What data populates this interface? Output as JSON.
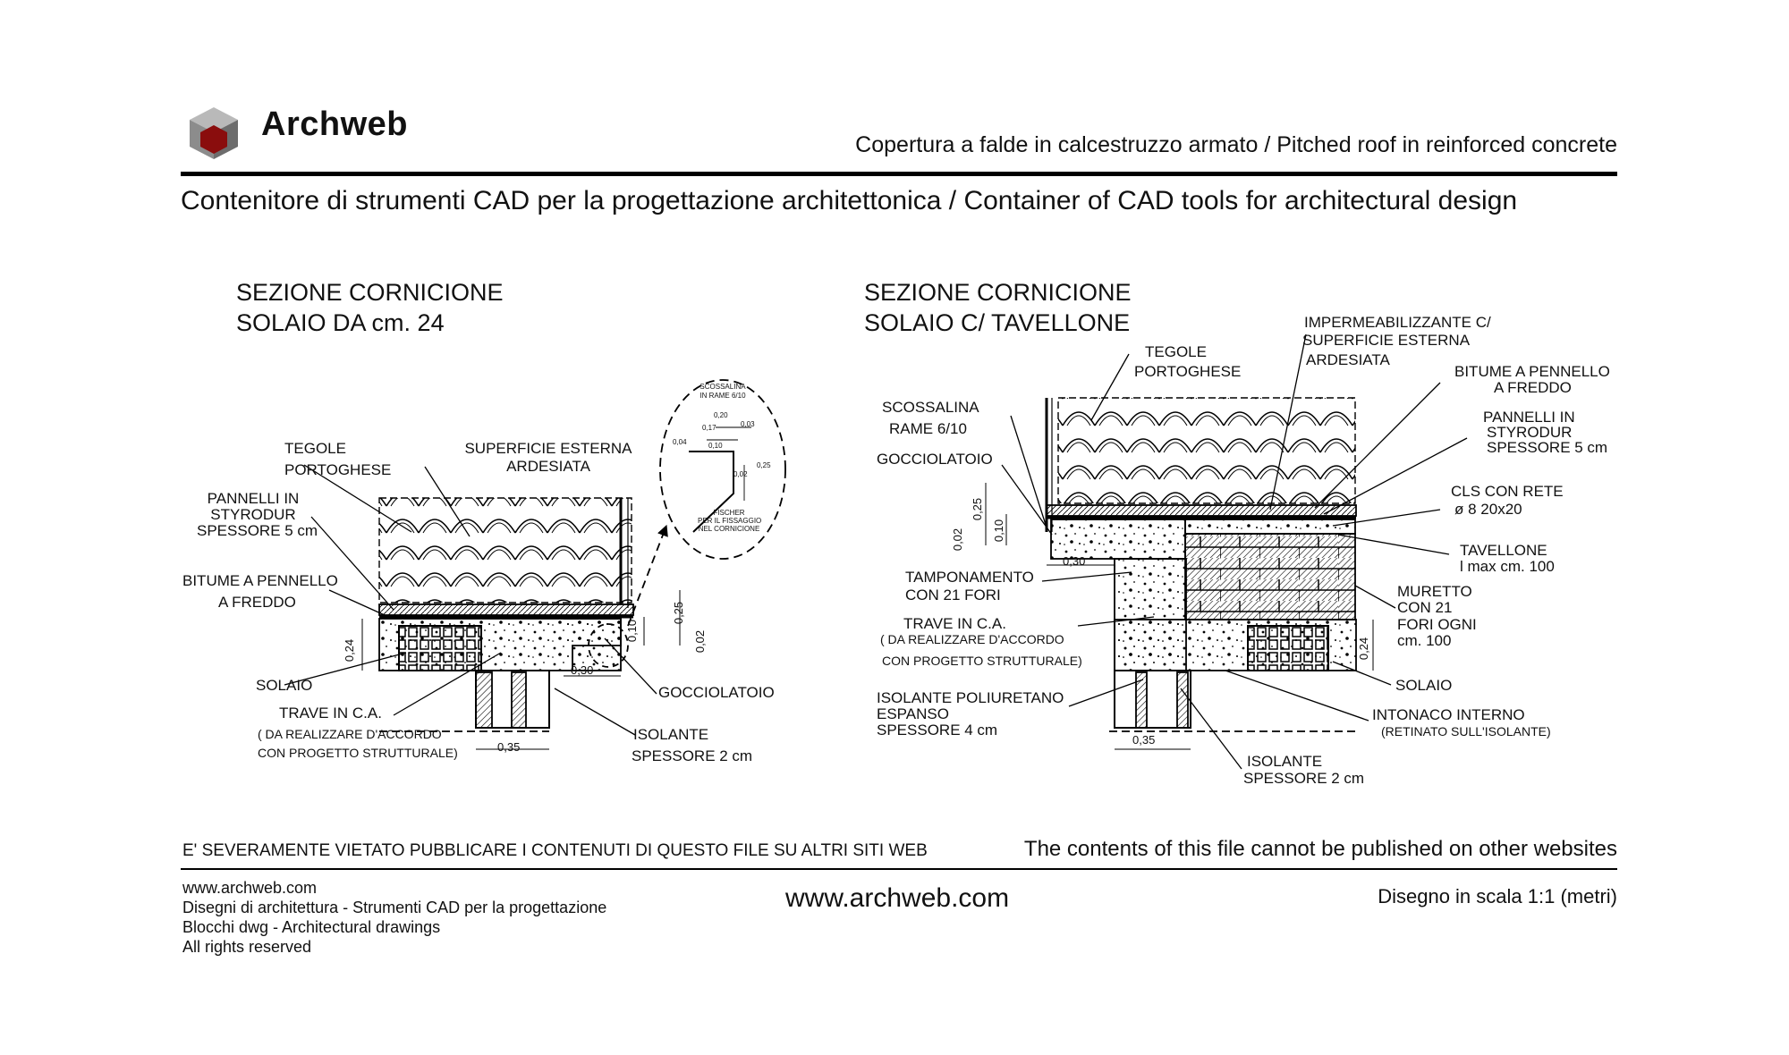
{
  "header": {
    "brand": "Archweb",
    "title": "Copertura a falde in calcestruzzo armato  /  Pitched roof in reinforced concrete",
    "subtitle": "Contenitore di strumenti CAD per la progettazione architettonica  /  Container of CAD tools for architectural design",
    "logo_colors": {
      "top": "#b9b9b9",
      "left": "#8c8c8c",
      "right": "#6d6d6d",
      "core": "#8a0d0d"
    }
  },
  "section1": {
    "title_line1": "SEZIONE CORNICIONE",
    "title_line2": "SOLAIO DA cm. 24",
    "labels": {
      "tegole": "TEGOLE",
      "portoghese": "PORTOGHESE",
      "superficie_1": "SUPERFICIE ESTERNA",
      "superficie_2": "ARDESIATA",
      "pannelli_1": "PANNELLI IN",
      "pannelli_2": "STYRODUR",
      "pannelli_3": "SPESSORE 5 cm",
      "bitume_1": "BITUME A PENNELLO",
      "bitume_2": "A FREDDO",
      "solaio": "SOLAIO",
      "trave": "TRAVE IN C.A.",
      "trave_note_1": "( DA REALIZZARE D'ACCORDO",
      "trave_note_2": "CON PROGETTO STRUTTURALE)",
      "gocciolatoio": "GOCCIOLATOIO",
      "isolante_1": "ISOLANTE",
      "isolante_2": "SPESSORE 2 cm"
    },
    "detail": {
      "scossalina_1": "SCOSSALINA",
      "scossalina_2": "IN RAME 6/10",
      "fischer_1": "FISCHER",
      "fischer_2": "PER IL FISSAGGIO",
      "fischer_3": "NEL CORNICIONE",
      "d_020": "0,20",
      "d_017": "0,17",
      "d_003": "0,03",
      "d_004": "0,04",
      "d_010": "0,10",
      "d_025": "0,25",
      "d_002": "0,02"
    },
    "dims": {
      "d024": "0,24",
      "d010": "0,10",
      "d025": "0,25",
      "d002": "0,02",
      "d030": "0,30",
      "d035": "0,35"
    }
  },
  "section2": {
    "title_line1": "SEZIONE CORNICIONE",
    "title_line2": "SOLAIO C/ TAVELLONE",
    "labels": {
      "imperm_1": "IMPERMEABILIZZANTE C/",
      "imperm_2": "SUPERFICIE ESTERNA",
      "imperm_3": "ARDESIATA",
      "tegole": "TEGOLE",
      "portoghese": "PORTOGHESE",
      "bitume_1": "BITUME A PENNELLO",
      "bitume_2": "A FREDDO",
      "scossalina_1": "SCOSSALINA",
      "scossalina_2": "RAME 6/10",
      "pannelli_1": "PANNELLI IN",
      "pannelli_2": "STYRODUR",
      "pannelli_3": "SPESSORE 5 cm",
      "gocciolatoio": "GOCCIOLATOIO",
      "cls_1": "CLS CON RETE",
      "cls_2": "ø 8 20x20",
      "tavellone_1": "TAVELLONE",
      "tavellone_2": "l max cm. 100",
      "tamponamento_1": "TAMPONAMENTO",
      "tamponamento_2": "CON 21 FORI",
      "muretto_1": "MURETTO",
      "muretto_2": "CON 21",
      "muretto_3": "FORI OGNI",
      "muretto_4": "cm. 100",
      "trave": "TRAVE IN C.A.",
      "trave_note_1": "( DA REALIZZARE D'ACCORDO",
      "trave_note_2": "CON PROGETTO STRUTTURALE)",
      "solaio": "SOLAIO",
      "isolante_pu_1": "ISOLANTE POLIURETANO",
      "isolante_pu_2": "ESPANSO",
      "isolante_pu_3": "SPESSORE 4 cm",
      "intonaco_1": "INTONACO INTERNO",
      "intonaco_2": "(RETINATO SULL'ISOLANTE)",
      "isolante_1": "ISOLANTE",
      "isolante_2": "SPESSORE 2 cm"
    },
    "dims": {
      "d025": "0,25",
      "d010": "0,10",
      "d002": "0,02",
      "d030": "0,30",
      "d024": "0,24",
      "d035": "0,35"
    }
  },
  "footer": {
    "warning_it": "E' SEVERAMENTE VIETATO PUBBLICARE I CONTENUTI DI QUESTO FILE SU ALTRI SITI WEB",
    "warning_en": "The contents of this file cannot be published on other websites",
    "line1": "www.archweb.com",
    "line2": "Disegni di architettura - Strumenti CAD  per la progettazione",
    "line3": "Blocchi dwg - Architectural drawings",
    "line4": "All rights reserved",
    "url": "www.archweb.com",
    "scale": "Disegno in scala 1:1 (metri)"
  }
}
